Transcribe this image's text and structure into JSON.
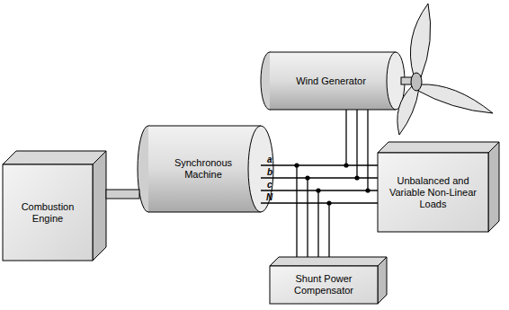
{
  "diagram": {
    "nodes": [
      {
        "text": [
          "Combustion Engine"
        ]
      },
      {
        "text": [
          "Synchronous Machine"
        ]
      },
      {
        "text": [
          "Wind Generator"
        ]
      },
      {
        "text": [
          "Unbalanced and Variable Non-Linear Loads"
        ]
      },
      {
        "text": [
          "Shunt Power Compensator"
        ]
      }
    ],
    "edges": [
      {
        "from": 0,
        "to": 1,
        "arrow": "none"
      },
      {
        "from": 1,
        "to": 3,
        "arrow": "none"
      },
      {
        "from": 2,
        "to": 3,
        "arrow": "none"
      },
      {
        "from": 4,
        "to": 3,
        "arrow": "none"
      }
    ],
    "labels": [
      "a",
      "b",
      "c",
      "N"
    ]
  }
}
